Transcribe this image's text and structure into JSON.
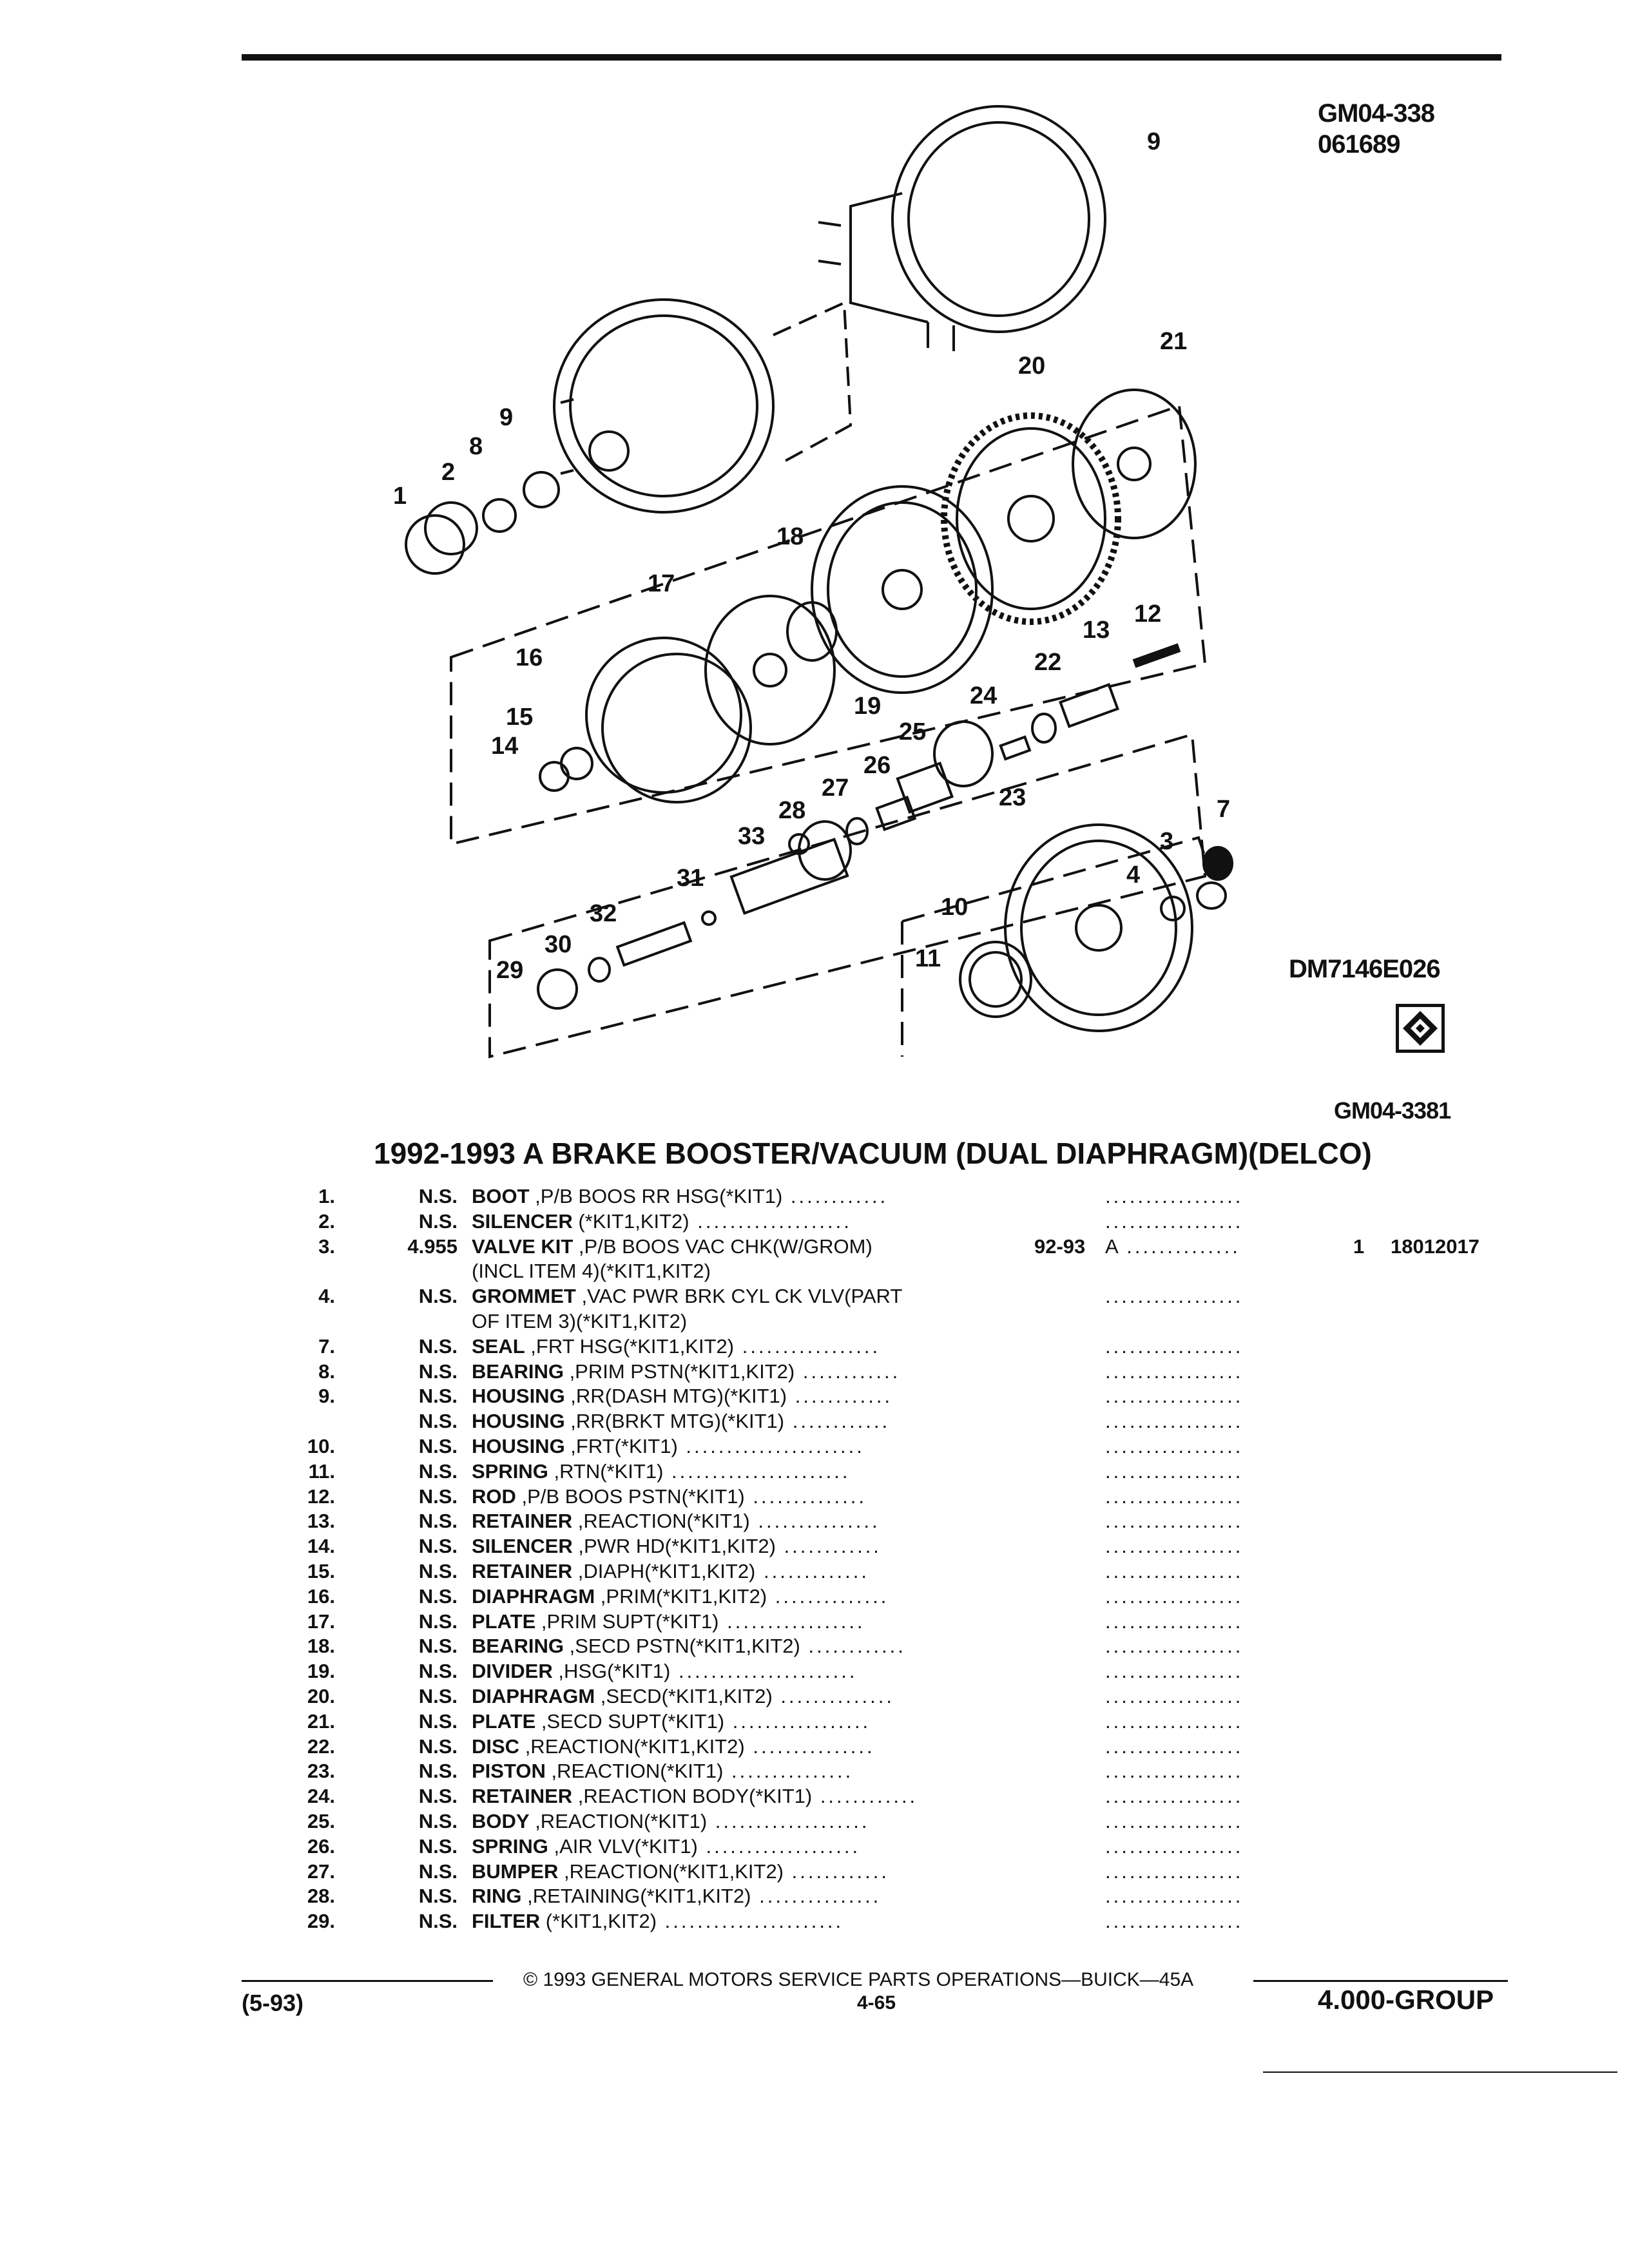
{
  "header": {
    "ref_code": "GM04-338",
    "ref_num": "061689",
    "diagram_code": "DM7146E026",
    "illus_code": "GM04-3381"
  },
  "diagram": {
    "callouts": [
      "1",
      "2",
      "3",
      "4",
      "7",
      "8",
      "9",
      "9",
      "10",
      "11",
      "12",
      "13",
      "14",
      "15",
      "16",
      "17",
      "18",
      "19",
      "20",
      "21",
      "22",
      "23",
      "24",
      "25",
      "26",
      "27",
      "28",
      "29",
      "30",
      "31",
      "32",
      "33"
    ]
  },
  "title": "1992-1993 A BRAKE BOOSTER/VACUUM (DUAL DIAPHRAGM)(DELCO)",
  "parts": [
    {
      "no": "1.",
      "code": "N.S.",
      "name": "BOOT",
      "spec": " ,P/B BOOS RR HSG(*KIT1)",
      "dots": " ............",
      "years": "",
      "model": "",
      "model_dots": ".................",
      "qty": "",
      "part": ""
    },
    {
      "no": "2.",
      "code": "N.S.",
      "name": "SILENCER",
      "spec": " (*KIT1,KIT2)",
      "dots": " ...................",
      "years": "",
      "model": "",
      "model_dots": ".................",
      "qty": "",
      "part": ""
    },
    {
      "no": "3.",
      "code": "4.955",
      "name": "VALVE KIT",
      "spec": " ,P/B BOOS VAC CHK(W/GROM)",
      "dots": "",
      "years": "92-93",
      "model": "A",
      "model_dots": " ..............",
      "qty": "1",
      "part": "18012017"
    },
    {
      "no": "",
      "code": "",
      "name": "",
      "spec": "(INCL ITEM 4)(*KIT1,KIT2)",
      "dots": "",
      "years": "",
      "model": "",
      "model_dots": "",
      "qty": "",
      "part": ""
    },
    {
      "no": "4.",
      "code": "N.S.",
      "name": "GROMMET",
      "spec": " ,VAC PWR BRK CYL CK VLV(PART",
      "dots": "",
      "years": "",
      "model": "",
      "model_dots": ".................",
      "qty": "",
      "part": ""
    },
    {
      "no": "",
      "code": "",
      "name": "",
      "spec": "OF ITEM 3)(*KIT1,KIT2)",
      "dots": "",
      "years": "",
      "model": "",
      "model_dots": "",
      "qty": "",
      "part": ""
    },
    {
      "no": "7.",
      "code": "N.S.",
      "name": "SEAL",
      "spec": " ,FRT HSG(*KIT1,KIT2)",
      "dots": " .................",
      "years": "",
      "model": "",
      "model_dots": ".................",
      "qty": "",
      "part": ""
    },
    {
      "no": "8.",
      "code": "N.S.",
      "name": "BEARING",
      "spec": " ,PRIM PSTN(*KIT1,KIT2)",
      "dots": " ............",
      "years": "",
      "model": "",
      "model_dots": ".................",
      "qty": "",
      "part": ""
    },
    {
      "no": "9.",
      "code": "N.S.",
      "name": "HOUSING",
      "spec": " ,RR(DASH MTG)(*KIT1)",
      "dots": " ............",
      "years": "",
      "model": "",
      "model_dots": ".................",
      "qty": "",
      "part": ""
    },
    {
      "no": "",
      "code": "N.S.",
      "name": "HOUSING",
      "spec": " ,RR(BRKT MTG)(*KIT1)",
      "dots": " ............",
      "years": "",
      "model": "",
      "model_dots": ".................",
      "qty": "",
      "part": ""
    },
    {
      "no": "10.",
      "code": "N.S.",
      "name": "HOUSING",
      "spec": " ,FRT(*KIT1)",
      "dots": " ......................",
      "years": "",
      "model": "",
      "model_dots": ".................",
      "qty": "",
      "part": ""
    },
    {
      "no": "11.",
      "code": "N.S.",
      "name": "SPRING",
      "spec": " ,RTN(*KIT1)",
      "dots": " ......................",
      "years": "",
      "model": "",
      "model_dots": ".................",
      "qty": "",
      "part": ""
    },
    {
      "no": "12.",
      "code": "N.S.",
      "name": "ROD",
      "spec": " ,P/B BOOS PSTN(*KIT1)",
      "dots": " ..............",
      "years": "",
      "model": "",
      "model_dots": ".................",
      "qty": "",
      "part": ""
    },
    {
      "no": "13.",
      "code": "N.S.",
      "name": "RETAINER",
      "spec": " ,REACTION(*KIT1)",
      "dots": " ...............",
      "years": "",
      "model": "",
      "model_dots": ".................",
      "qty": "",
      "part": ""
    },
    {
      "no": "14.",
      "code": "N.S.",
      "name": "SILENCER",
      "spec": " ,PWR HD(*KIT1,KIT2)",
      "dots": " ............",
      "years": "",
      "model": "",
      "model_dots": ".................",
      "qty": "",
      "part": ""
    },
    {
      "no": "15.",
      "code": "N.S.",
      "name": "RETAINER",
      "spec": " ,DIAPH(*KIT1,KIT2)",
      "dots": " .............",
      "years": "",
      "model": "",
      "model_dots": ".................",
      "qty": "",
      "part": ""
    },
    {
      "no": "16.",
      "code": "N.S.",
      "name": "DIAPHRAGM",
      "spec": " ,PRIM(*KIT1,KIT2)",
      "dots": " ..............",
      "years": "",
      "model": "",
      "model_dots": ".................",
      "qty": "",
      "part": ""
    },
    {
      "no": "17.",
      "code": "N.S.",
      "name": "PLATE",
      "spec": " ,PRIM SUPT(*KIT1)",
      "dots": " .................",
      "years": "",
      "model": "",
      "model_dots": ".................",
      "qty": "",
      "part": ""
    },
    {
      "no": "18.",
      "code": "N.S.",
      "name": "BEARING",
      "spec": " ,SECD PSTN(*KIT1,KIT2)",
      "dots": " ............",
      "years": "",
      "model": "",
      "model_dots": ".................",
      "qty": "",
      "part": ""
    },
    {
      "no": "19.",
      "code": "N.S.",
      "name": "DIVIDER",
      "spec": " ,HSG(*KIT1)",
      "dots": " ......................",
      "years": "",
      "model": "",
      "model_dots": ".................",
      "qty": "",
      "part": ""
    },
    {
      "no": "20.",
      "code": "N.S.",
      "name": "DIAPHRAGM",
      "spec": " ,SECD(*KIT1,KIT2)",
      "dots": " ..............",
      "years": "",
      "model": "",
      "model_dots": ".................",
      "qty": "",
      "part": ""
    },
    {
      "no": "21.",
      "code": "N.S.",
      "name": "PLATE",
      "spec": " ,SECD SUPT(*KIT1)",
      "dots": " .................",
      "years": "",
      "model": "",
      "model_dots": ".................",
      "qty": "",
      "part": ""
    },
    {
      "no": "22.",
      "code": "N.S.",
      "name": "DISC",
      "spec": " ,REACTION(*KIT1,KIT2)",
      "dots": " ...............",
      "years": "",
      "model": "",
      "model_dots": ".................",
      "qty": "",
      "part": ""
    },
    {
      "no": "23.",
      "code": "N.S.",
      "name": "PISTON",
      "spec": " ,REACTION(*KIT1)",
      "dots": " ...............",
      "years": "",
      "model": "",
      "model_dots": ".................",
      "qty": "",
      "part": ""
    },
    {
      "no": "24.",
      "code": "N.S.",
      "name": "RETAINER",
      "spec": " ,REACTION BODY(*KIT1)",
      "dots": " ............",
      "years": "",
      "model": "",
      "model_dots": ".................",
      "qty": "",
      "part": ""
    },
    {
      "no": "25.",
      "code": "N.S.",
      "name": "BODY",
      "spec": " ,REACTION(*KIT1)",
      "dots": " ...................",
      "years": "",
      "model": "",
      "model_dots": ".................",
      "qty": "",
      "part": ""
    },
    {
      "no": "26.",
      "code": "N.S.",
      "name": "SPRING",
      "spec": " ,AIR VLV(*KIT1)",
      "dots": " ...................",
      "years": "",
      "model": "",
      "model_dots": ".................",
      "qty": "",
      "part": ""
    },
    {
      "no": "27.",
      "code": "N.S.",
      "name": "BUMPER",
      "spec": " ,REACTION(*KIT1,KIT2)",
      "dots": " ............",
      "years": "",
      "model": "",
      "model_dots": ".................",
      "qty": "",
      "part": ""
    },
    {
      "no": "28.",
      "code": "N.S.",
      "name": "RING",
      "spec": " ,RETAINING(*KIT1,KIT2)",
      "dots": " ...............",
      "years": "",
      "model": "",
      "model_dots": ".................",
      "qty": "",
      "part": ""
    },
    {
      "no": "29.",
      "code": "N.S.",
      "name": "FILTER",
      "spec": " (*KIT1,KIT2)",
      "dots": " ......................",
      "years": "",
      "model": "",
      "model_dots": ".................",
      "qty": "",
      "part": ""
    }
  ],
  "footer": {
    "copyright": "© 1993 GENERAL MOTORS SERVICE PARTS OPERATIONS—BUICK—45A",
    "date": "(5-93)",
    "page": "4-65",
    "group": "4.000-GROUP"
  }
}
